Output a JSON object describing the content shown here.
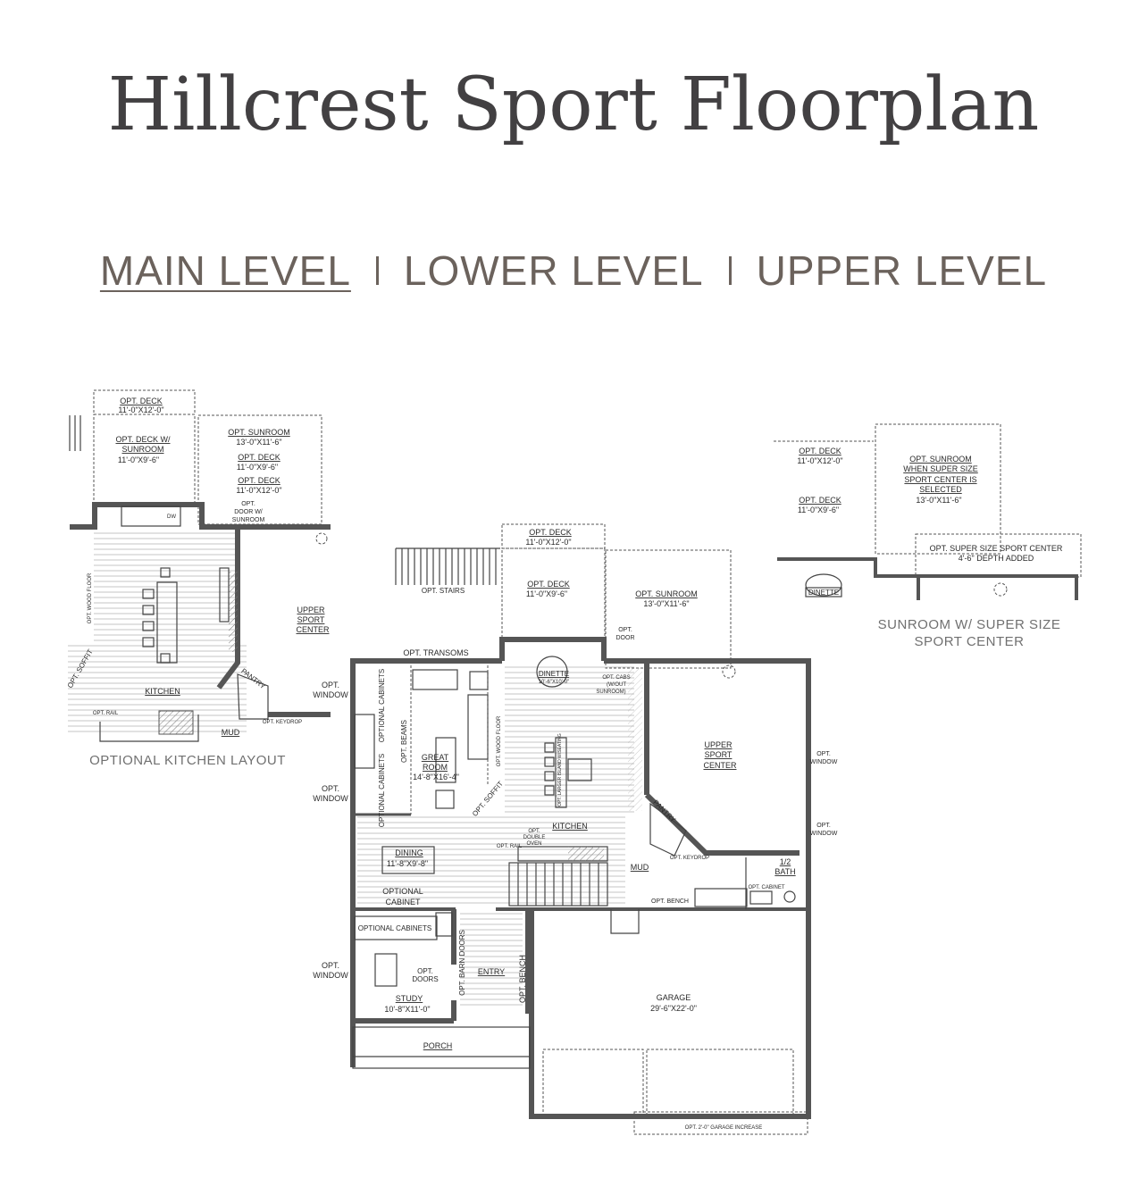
{
  "page": {
    "title": "Hillcrest Sport Floorplan"
  },
  "level_tabs": [
    {
      "label": "MAIN LEVEL",
      "active": true
    },
    {
      "label": "LOWER LEVEL",
      "active": false
    },
    {
      "label": "UPPER LEVEL",
      "active": false
    }
  ],
  "kitchen_layout": {
    "caption": "OPTIONAL KITCHEN LAYOUT",
    "labels": {
      "opt_deck": "OPT. DECK",
      "opt_deck_dim": "11'-0\"X12'-0\"",
      "opt_deck_sunroom_1": "OPT. DECK W/",
      "opt_deck_sunroom_2": "SUNROOM",
      "opt_deck_sunroom_dim": "11'-0\"X9'-6\"",
      "opt_sunroom": "OPT. SUNROOM",
      "opt_sunroom_dim": "13'-0\"X11'-6\"",
      "opt_deck_b": "OPT. DECK",
      "opt_deck_b_dim": "11'-0\"X9'-6\"",
      "opt_deck_c": "OPT. DECK",
      "opt_deck_c_dim": "11'-0\"X12'-0\"",
      "opt_door_1": "OPT.",
      "opt_door_2": "DOOR W/",
      "opt_door_3": "SUNROOM",
      "upper_1": "UPPER",
      "upper_2": "SPORT",
      "upper_3": "CENTER",
      "kitchen": "KITCHEN",
      "pantry": "PANTRY",
      "mud": "MUD",
      "opt_soffit": "OPT. SOFFIT",
      "opt_wood_floor": "OPT. WOOD FLOOR",
      "opt_keydrop": "OPT. KEYDROP",
      "opt_rail": "OPT. RAIL",
      "dw": "DW"
    }
  },
  "sunroom_super": {
    "caption_1": "SUNROOM W/ SUPER SIZE",
    "caption_2": "SPORT CENTER",
    "labels": {
      "opt_deck_a": "OPT. DECK",
      "opt_deck_a_dim": "11'-0\"X12'-0\"",
      "opt_deck_b": "OPT. DECK",
      "opt_deck_b_dim": "11'-0\"X9'-6\"",
      "sunroom_1": "OPT. SUNROOM",
      "sunroom_2": "WHEN SUPER SIZE",
      "sunroom_3": "SPORT CENTER IS",
      "sunroom_4": "SELECTED",
      "sunroom_dim": "13'-0\"X11'-6\"",
      "super_1": "OPT. SUPER SIZE SPORT CENTER",
      "super_2": "4'-6\" DEPTH ADDED",
      "dinette": "DINETTE"
    }
  },
  "main_plan": {
    "labels": {
      "opt_deck_top": "OPT. DECK",
      "opt_deck_top_dim": "11'-0\"X12'-0\"",
      "opt_deck": "OPT. DECK",
      "opt_deck_dim": "11'-0\"X9'-6\"",
      "opt_sunroom": "OPT. SUNROOM",
      "opt_sunroom_dim": "13'-0\"X11'-6\"",
      "opt_stairs": "OPT. STAIRS",
      "opt_door_1": "OPT.",
      "opt_door_2": "DOOR",
      "opt_transoms": "OPT. TRANSOMS",
      "dinette": "DINETTE",
      "dinette_dim": "10'-6\"X10'-0\"",
      "opt_cabs_1": "OPT. CABS",
      "opt_cabs_2": "(W/OUT",
      "opt_cabs_3": "SUNROOM)",
      "opt_window_1": "OPT.",
      "opt_window_2": "WINDOW",
      "optional_cabinets": "OPTIONAL CABINETS",
      "opt_beams": "OPT. BEAMS",
      "great_room_1": "GREAT",
      "great_room_2": "ROOM",
      "great_room_dim": "14'-8\"X16'-4\"",
      "opt_wood_floor": "OPT. WOOD FLOOR",
      "opt_larger_island": "OPT. LARGER ISLAND W/SEATING",
      "opt_soffit": "OPT. SOFFIT",
      "kitchen": "KITCHEN",
      "upper_1": "UPPER",
      "upper_2": "SPORT",
      "upper_3": "CENTER",
      "pantry": "PANTRY",
      "dining": "DINING",
      "dining_dim": "11'-8\"X9'-8\"",
      "optional_cabinet_1": "OPTIONAL",
      "optional_cabinet_2": "CABINET",
      "opt_double_1": "OPT.",
      "opt_double_2": "DOUBLE",
      "opt_double_3": "OVEN",
      "opt_rail": "OPT. RAIL",
      "opt_keydrop": "OPT. KEYDROP",
      "mud": "MUD",
      "half_bath_1": "1/2",
      "half_bath_2": "BATH",
      "opt_bench": "OPT. BENCH",
      "opt_cabinet": "OPT. CABINET",
      "optional_cabinets_b": "OPTIONAL CABINETS",
      "opt_barn_doors": "OPT. BARN DOORS",
      "opt_doors_1": "OPT.",
      "opt_doors_2": "DOORS",
      "entry": "ENTRY",
      "opt_bench_v": "OPT. BENCH",
      "study": "STUDY",
      "study_dim": "10'-8\"X11'-0\"",
      "porch": "PORCH",
      "garage": "GARAGE",
      "garage_dim": "29'-6\"X22'-0\"",
      "garage_increase": "OPT. 2'-0\" GARAGE INCREASE"
    }
  }
}
